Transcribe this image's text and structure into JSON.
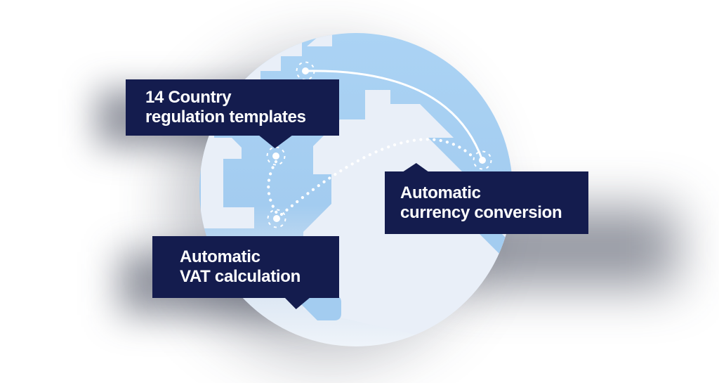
{
  "colors": {
    "background": "#ffffff",
    "navy": "#141c4e",
    "text": "#ffffff",
    "ocean_top": "#abd3f4",
    "ocean_mid": "#a3ccf0",
    "land": "#e9eff8",
    "fade": "#eff4fa",
    "connector": "#ffffff",
    "shadow": "rgba(40,45,65,0.5)"
  },
  "callouts": [
    {
      "id": "regulation-templates",
      "line1": "14 Country",
      "line2": "regulation templates"
    },
    {
      "id": "currency-conversion",
      "line1": "Automatic",
      "line2": "currency conversion"
    },
    {
      "id": "vat-calculation",
      "line1": "Automatic",
      "line2": "VAT calculation"
    }
  ],
  "markers": {
    "icon": "location-dot-icon",
    "count": 4
  }
}
